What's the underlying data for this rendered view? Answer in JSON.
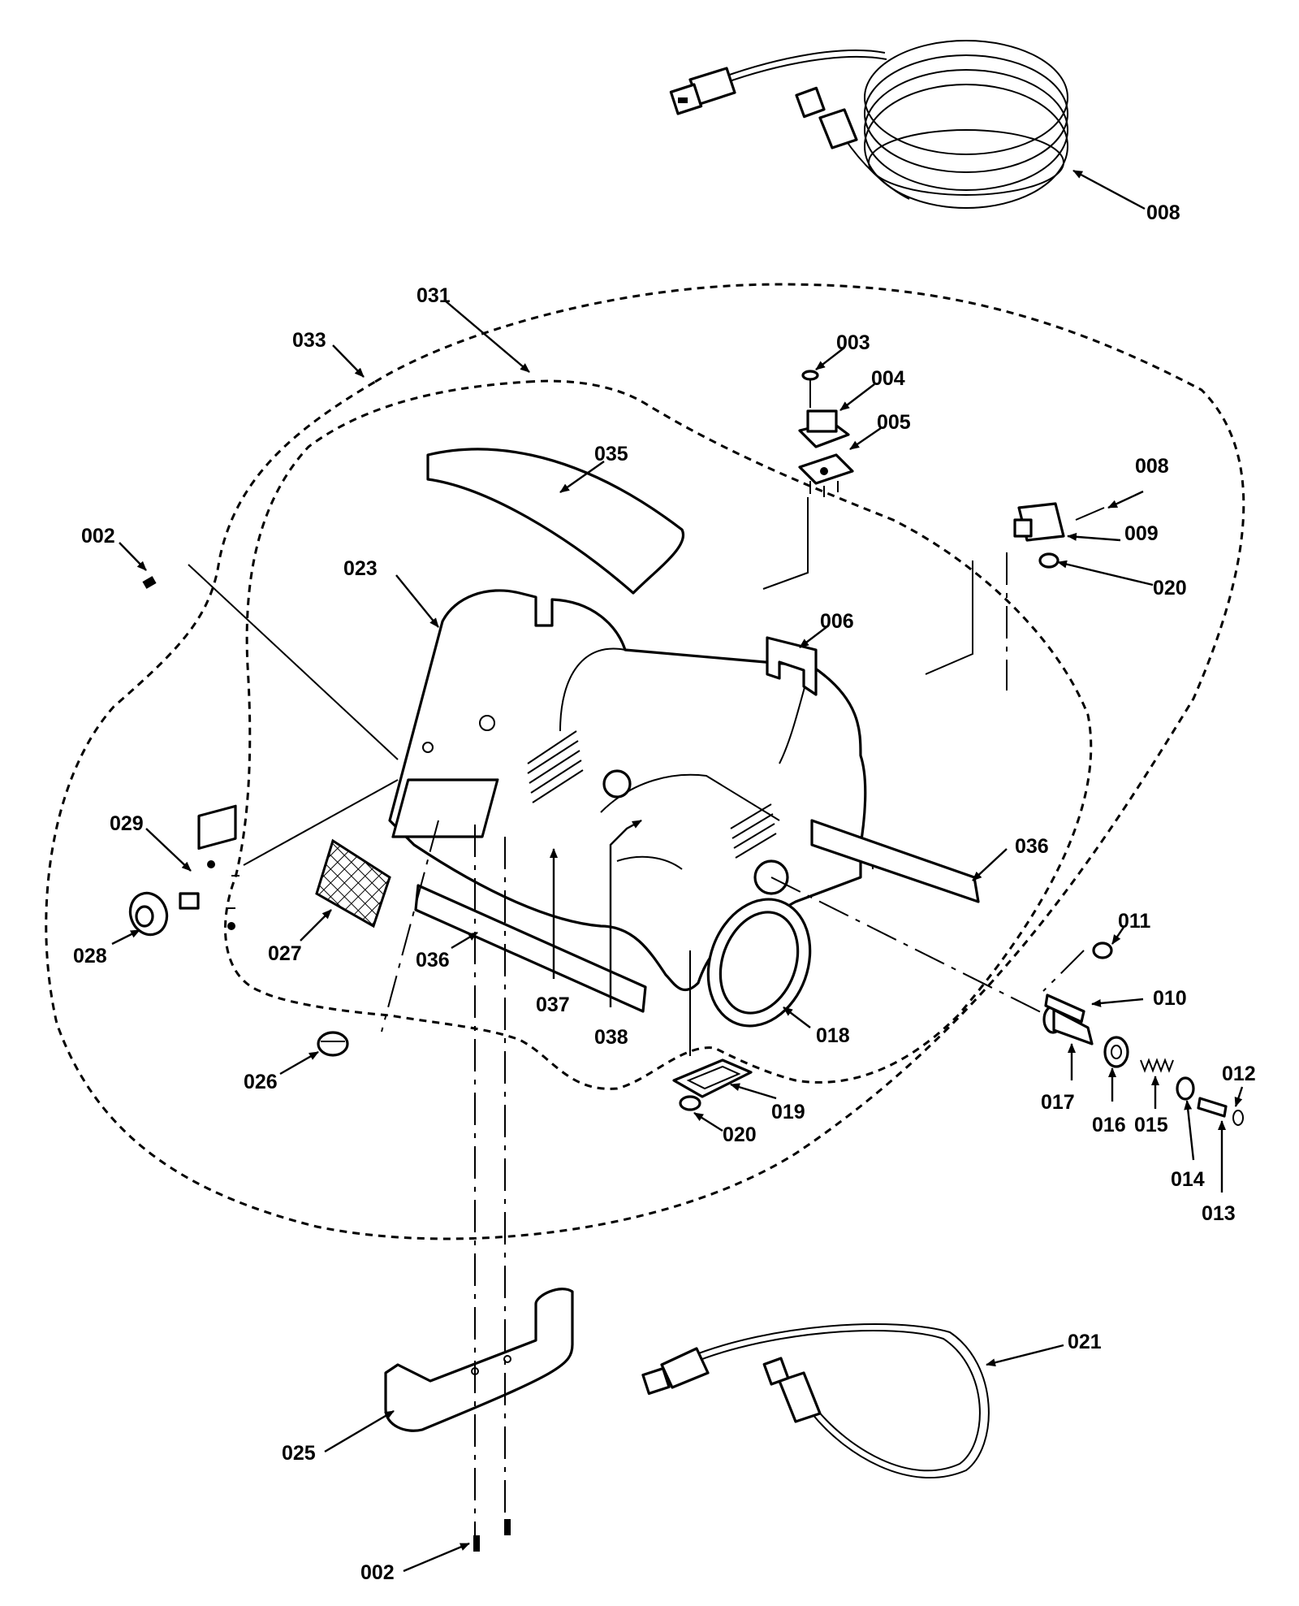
{
  "diagram": {
    "labels": {
      "p008a": "008",
      "p031": "031",
      "p033": "033",
      "p003": "003",
      "p004": "004",
      "p005": "005",
      "p035": "035",
      "p008b": "008",
      "p009": "009",
      "p020a": "020",
      "p002a": "002",
      "p023": "023",
      "p006": "006",
      "p029": "029",
      "p036a": "036",
      "p011": "011",
      "p028": "028",
      "p027": "027",
      "p036b": "036",
      "p037": "037",
      "p038": "038",
      "p018": "018",
      "p010": "010",
      "p026": "026",
      "p019": "019",
      "p020b": "020",
      "p017": "017",
      "p016": "016",
      "p015": "015",
      "p012": "012",
      "p014": "014",
      "p013": "013",
      "p021": "021",
      "p025": "025",
      "p002b": "002"
    }
  }
}
